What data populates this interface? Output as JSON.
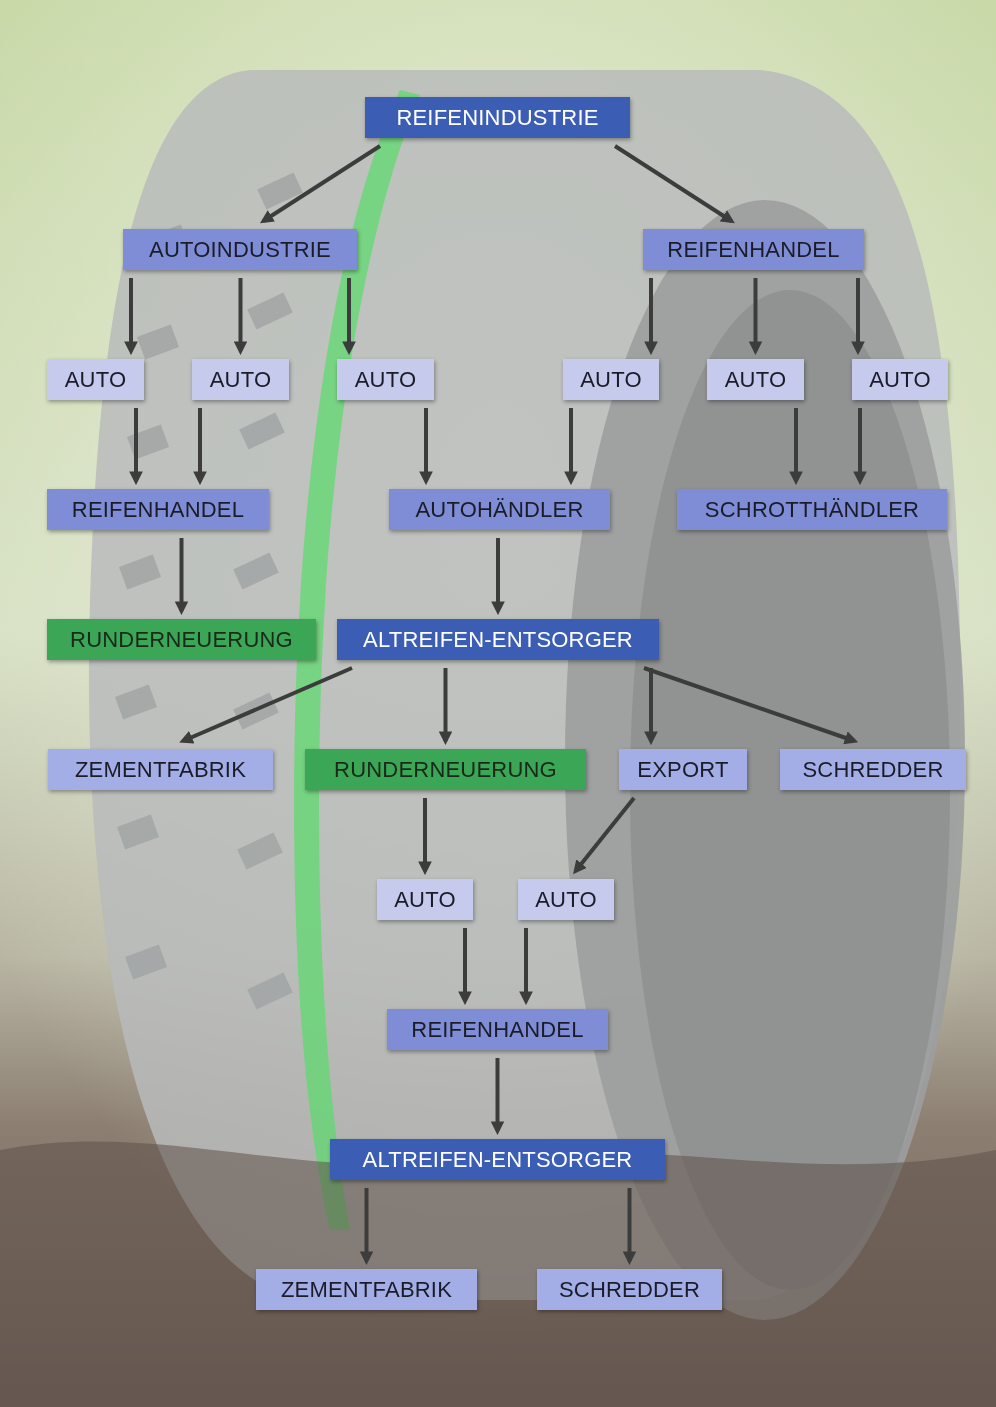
{
  "diagram": {
    "nodes": [
      {
        "text": [
          "REIFENINDUSTRIE"
        ]
      },
      {
        "text": [
          "AUTOINDUSTRIE"
        ]
      },
      {
        "text": [
          "REIFENHANDEL"
        ]
      },
      {
        "text": [
          "AUTO"
        ]
      },
      {
        "text": [
          "AUTO"
        ]
      },
      {
        "text": [
          "AUTO"
        ]
      },
      {
        "text": [
          "AUTO"
        ]
      },
      {
        "text": [
          "AUTO"
        ]
      },
      {
        "text": [
          "AUTO"
        ]
      },
      {
        "text": [
          "REIFENHANDEL"
        ]
      },
      {
        "text": [
          "AUTOHÄNDLER"
        ]
      },
      {
        "text": [
          "SCHROTTHÄNDLER"
        ]
      },
      {
        "text": [
          "RUNDERNEUERUNG"
        ]
      },
      {
        "text": [
          "ALTREIFEN-ENTSORGER"
        ]
      },
      {
        "text": [
          "ZEMENTFABRIK"
        ]
      },
      {
        "text": [
          "RUNDERNEUERUNG"
        ]
      },
      {
        "text": [
          "EXPORT"
        ]
      },
      {
        "text": [
          "SCHREDDER"
        ]
      },
      {
        "text": [
          "AUTO"
        ]
      },
      {
        "text": [
          "AUTO"
        ]
      },
      {
        "text": [
          "REIFENHANDEL"
        ]
      },
      {
        "text": [
          "ALTREIFEN-ENTSORGER"
        ]
      },
      {
        "text": [
          "ZEMENTFABRIK"
        ]
      },
      {
        "text": [
          "SCHREDDER"
        ]
      }
    ],
    "edges": [
      {
        "from": 0,
        "to": 1,
        "arrow": "to"
      },
      {
        "from": 0,
        "to": 2,
        "arrow": "to"
      },
      {
        "from": 1,
        "to": 3,
        "arrow": "to"
      },
      {
        "from": 1,
        "to": 4,
        "arrow": "to"
      },
      {
        "from": 1,
        "to": 5,
        "arrow": "to"
      },
      {
        "from": 2,
        "to": 6,
        "arrow": "to"
      },
      {
        "from": 2,
        "to": 7,
        "arrow": "to"
      },
      {
        "from": 2,
        "to": 8,
        "arrow": "to"
      },
      {
        "from": 3,
        "to": 9,
        "arrow": "to"
      },
      {
        "from": 4,
        "to": 9,
        "arrow": "to"
      },
      {
        "from": 5,
        "to": 10,
        "arrow": "to"
      },
      {
        "from": 6,
        "to": 10,
        "arrow": "to"
      },
      {
        "from": 7,
        "to": 11,
        "arrow": "to"
      },
      {
        "from": 8,
        "to": 11,
        "arrow": "to"
      },
      {
        "from": 9,
        "to": 12,
        "arrow": "to"
      },
      {
        "from": 10,
        "to": 13,
        "arrow": "to"
      },
      {
        "from": 13,
        "to": 14,
        "arrow": "to"
      },
      {
        "from": 13,
        "to": 15,
        "arrow": "to"
      },
      {
        "from": 13,
        "to": 16,
        "arrow": "to"
      },
      {
        "from": 13,
        "to": 17,
        "arrow": "to"
      },
      {
        "from": 15,
        "to": 18,
        "arrow": "to"
      },
      {
        "from": 16,
        "to": 19,
        "arrow": "to"
      },
      {
        "from": 18,
        "to": 20,
        "arrow": "to"
      },
      {
        "from": 19,
        "to": 20,
        "arrow": "to"
      },
      {
        "from": 20,
        "to": 21,
        "arrow": "to"
      },
      {
        "from": 21,
        "to": 22,
        "arrow": "to"
      },
      {
        "from": 21,
        "to": 23,
        "arrow": "to"
      }
    ]
  }
}
